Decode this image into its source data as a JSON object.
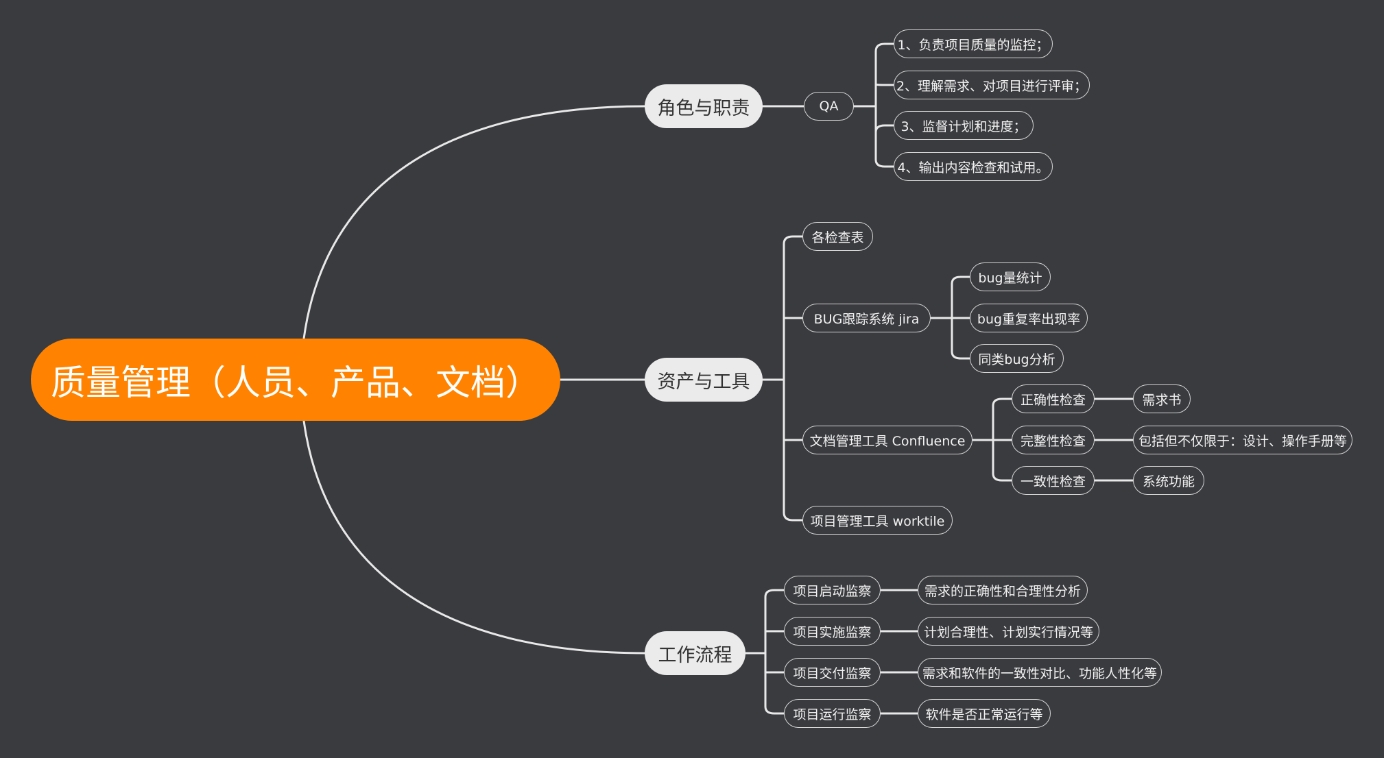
{
  "root": {
    "label": "质量管理（人员、产品、文档）"
  },
  "colors": {
    "background": "#3a3b3f",
    "root": "#ff8300",
    "branch": "#ebebeb",
    "line": "#e8e8e8"
  },
  "branches": {
    "roles": {
      "label": "角色与职责",
      "qa": {
        "label": "QA",
        "items": [
          "1、负责项目质量的监控；",
          "2、理解需求、对项目进行评审；",
          "3、监督计划和进度；",
          "4、输出内容检查和试用。"
        ]
      }
    },
    "assets": {
      "label": "资产与工具",
      "checklist": {
        "label": "各检查表"
      },
      "jira": {
        "label": "BUG跟踪系统 jira",
        "items": [
          "bug量统计",
          "bug重复率出现率",
          "同类bug分析"
        ]
      },
      "confluence": {
        "label": "文档管理工具 Confluence",
        "items": [
          {
            "label": "正确性检查",
            "detail": "需求书"
          },
          {
            "label": "完整性检查",
            "detail": "包括但不仅限于：设计、操作手册等"
          },
          {
            "label": "一致性检查",
            "detail": "系统功能"
          }
        ]
      },
      "worktile": {
        "label": "项目管理工具 worktile"
      }
    },
    "workflow": {
      "label": "工作流程",
      "items": [
        {
          "label": "项目启动监察",
          "detail": "需求的正确性和合理性分析"
        },
        {
          "label": "项目实施监察",
          "detail": "计划合理性、计划实行情况等"
        },
        {
          "label": "项目交付监察",
          "detail": "需求和软件的一致性对比、功能人性化等"
        },
        {
          "label": "项目运行监察",
          "detail": "软件是否正常运行等"
        }
      ]
    }
  }
}
